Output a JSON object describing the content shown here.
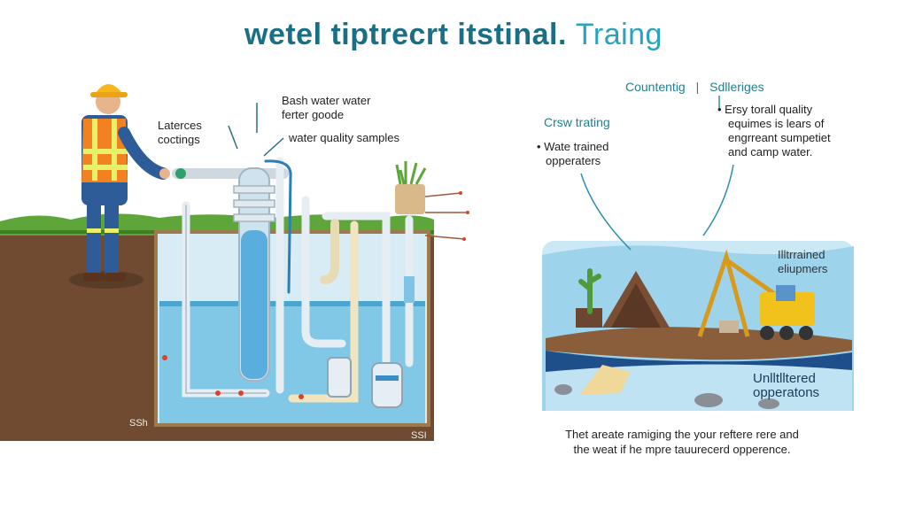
{
  "title": {
    "part1": "wetel tiptrecrt itstinal.",
    "part2": "Traing"
  },
  "left_diagram": {
    "label_laterdes": [
      "Laterces",
      "coctings"
    ],
    "label_bash_water": [
      "Bash water water",
      "ferter goode"
    ],
    "label_water_quality": "water quality samples",
    "corner_left": "SSh",
    "corner_right": "SSI"
  },
  "right_diagram": {
    "header_left": "Countentig",
    "header_sep": "|",
    "header_right": "Sdlleriges",
    "crew_heading": "Crsw trating",
    "crew_bullet": [
      "• Wate trained",
      "opperaters"
    ],
    "right_bullet": [
      "• Ersy torall quality",
      "equimes is lears of",
      "engrreant sumpetiet",
      "and camp water."
    ],
    "illustrated_label": [
      "Illtrrained",
      "eliupmers"
    ],
    "untrained_label": [
      "Unlltlltered",
      "opperatons"
    ]
  },
  "caption": [
    "Thet areate ramiging the your reftere rere and",
    "the weat if he mpre tauurecerd opperence."
  ],
  "colors": {
    "title_dark": "#1a6f86",
    "title_light": "#2aa3bd",
    "water": "#5fb6dd",
    "soil": "#6e4a31",
    "grass": "#5ea53a",
    "vest": "#f2821f"
  }
}
